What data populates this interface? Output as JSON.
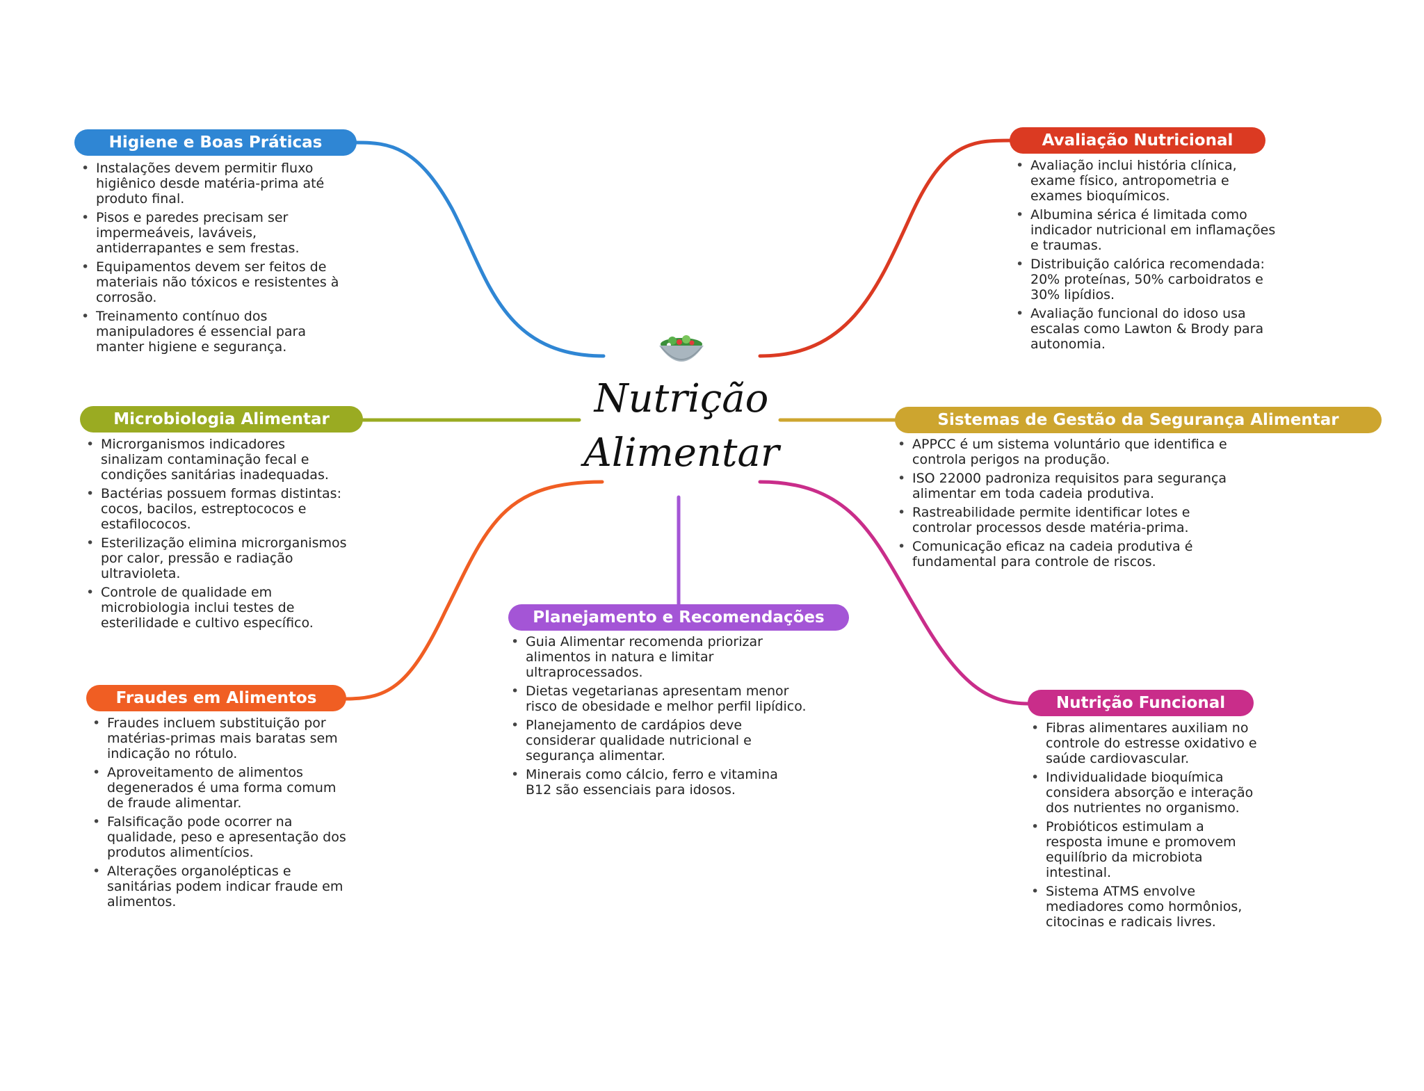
{
  "center": {
    "title_line1": "Nutrição",
    "title_line2": "Alimentar",
    "icon": "salad-bowl-icon"
  },
  "topics": {
    "higiene": {
      "title": "Higiene e Boas Práticas",
      "color": "#2f86d4",
      "items": [
        "Instalações devem permitir fluxo higiênico desde matéria-prima até produto final.",
        "Pisos e paredes precisam ser impermeáveis, laváveis, antiderrapantes e sem frestas.",
        "Equipamentos devem ser feitos de materiais não tóxicos e resistentes à corrosão.",
        "Treinamento contínuo dos manipuladores é essencial para manter higiene e segurança."
      ]
    },
    "avaliacao": {
      "title": "Avaliação Nutricional",
      "color": "#db3a22",
      "items": [
        "Avaliação inclui história clínica, exame físico, antropometria e exames bioquímicos.",
        "Albumina sérica é limitada como indicador nutricional em inflamações e traumas.",
        "Distribuição calórica recomendada: 20% proteínas, 50% carboidratos e 30% lipídios.",
        "Avaliação funcional do idoso usa escalas como Lawton & Brody para autonomia."
      ]
    },
    "microbiologia": {
      "title": "Microbiologia Alimentar",
      "color": "#9aab22",
      "items": [
        "Microrganismos indicadores sinalizam contaminação fecal e condições sanitárias inadequadas.",
        "Bactérias possuem formas distintas: cocos, bacilos, estreptococos e estafilococos.",
        "Esterilização elimina microrganismos por calor, pressão e radiação ultravioleta.",
        "Controle de qualidade em microbiologia inclui testes de esterilidade e cultivo específico."
      ]
    },
    "sistemas": {
      "title": "Sistemas de Gestão da Segurança Alimentar",
      "color": "#cda52f",
      "items": [
        "APPCC é um sistema voluntário que identifica e controla perigos na produção.",
        "ISO 22000 padroniza requisitos para segurança alimentar em toda cadeia produtiva.",
        "Rastreabilidade permite identificar lotes e controlar processos desde matéria-prima.",
        "Comunicação eficaz na cadeia produtiva é fundamental para controle de riscos."
      ]
    },
    "planejamento": {
      "title": "Planejamento e Recomendações",
      "color": "#a455d6",
      "items": [
        "Guia Alimentar recomenda priorizar alimentos in natura e limitar ultraprocessados.",
        "Dietas vegetarianas apresentam menor risco de obesidade e melhor perfil lipídico.",
        "Planejamento de cardápios deve considerar qualidade nutricional e segurança alimentar.",
        "Minerais como cálcio, ferro e vitamina B12 são essenciais para idosos."
      ]
    },
    "fraudes": {
      "title": "Fraudes em Alimentos",
      "color": "#f05e23",
      "items": [
        "Fraudes incluem substituição por matérias-primas mais baratas sem indicação no rótulo.",
        "Aproveitamento de alimentos degenerados é uma forma comum de fraude alimentar.",
        "Falsificação pode ocorrer na qualidade, peso e apresentação dos produtos alimentícios.",
        "Alterações organolépticas e sanitárias podem indicar fraude em alimentos."
      ]
    },
    "funcional": {
      "title": "Nutrição Funcional",
      "color": "#c92d8a",
      "items": [
        "Fibras alimentares auxiliam no controle do estresse oxidativo e saúde cardiovascular.",
        "Individualidade bioquímica considera absorção e interação dos nutrientes no organismo.",
        "Probióticos estimulam a resposta imune e promovem equilíbrio da microbiota intestinal.",
        "Sistema ATMS envolve mediadores como hormônios, citocinas e radicais livres."
      ]
    }
  }
}
